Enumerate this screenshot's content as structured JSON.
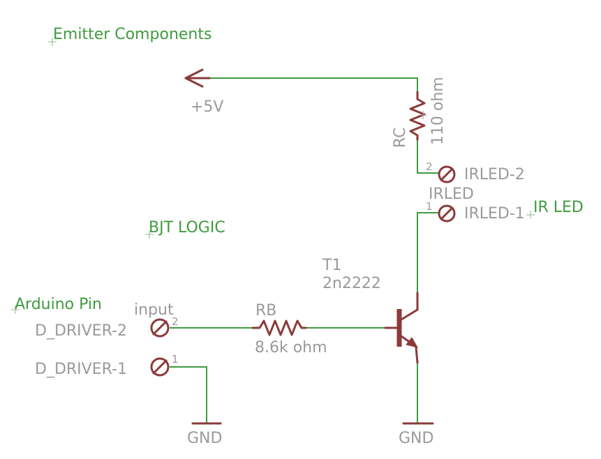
{
  "notes": {
    "emitter": "Emitter Components",
    "bjt_logic": "BJT LOGIC",
    "arduino_pin": "Arduino Pin",
    "ir_led": "IR LED"
  },
  "supply": {
    "label": "+5V"
  },
  "rc": {
    "name": "RC",
    "value": "110 ohm"
  },
  "irled": {
    "name": "IRLED",
    "pin2_label": "IRLED-2",
    "pin1_label": "IRLED-1",
    "pin2_num": "2",
    "pin1_num": "1"
  },
  "transistor": {
    "name": "T1",
    "value": "2n2222"
  },
  "rb": {
    "name": "RB",
    "value": "8.6k ohm"
  },
  "connector": {
    "name": "input",
    "pin2_label": "D_DRIVER-2",
    "pin1_label": "D_DRIVER-1",
    "pin2_num": "2",
    "pin1_num": "1"
  },
  "gnd_left": {
    "label": "GND"
  },
  "gnd_right": {
    "label": "GND"
  },
  "colors": {
    "wire": "#3f9b3f",
    "part": "#8b3a3a",
    "label": "#9a9a9a",
    "note": "#3f9b3f"
  }
}
